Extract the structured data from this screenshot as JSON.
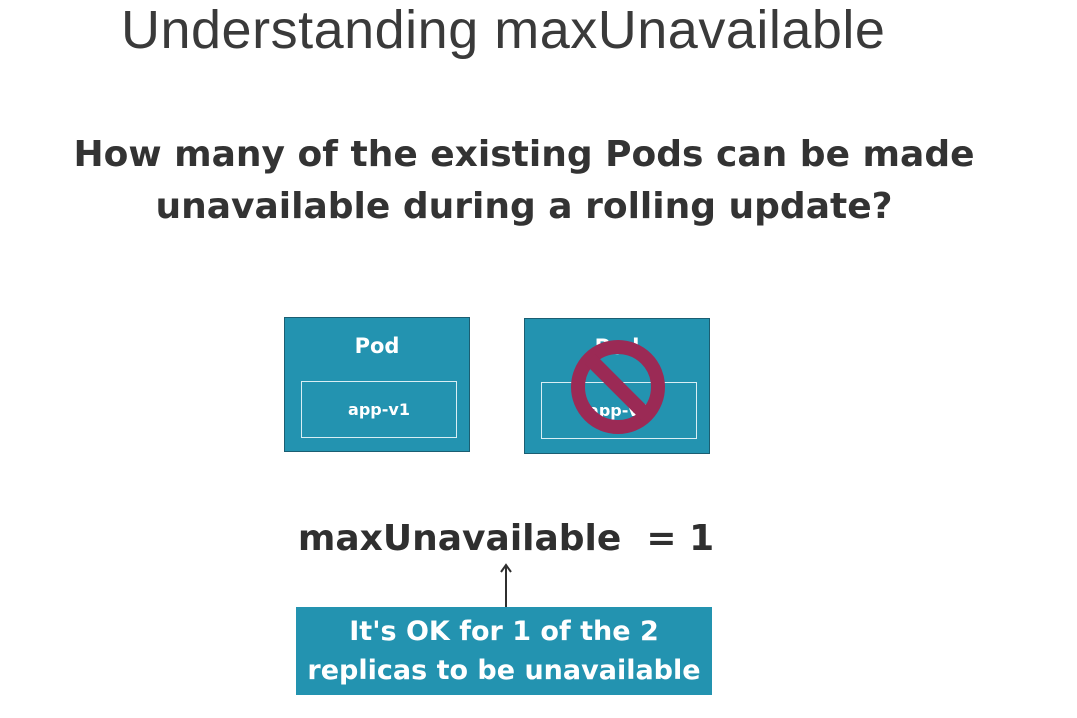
{
  "slide": {
    "title": "Understanding maxUnavailable",
    "question_line1": "How many of the existing Pods can be made",
    "question_line2": "unavailable during a rolling update?"
  },
  "pods": [
    {
      "label": "Pod",
      "container": "app-v1",
      "unavailable": false
    },
    {
      "label": "Pod",
      "container": "app-v1",
      "unavailable": true,
      "overlay_icon": "no-entry-icon"
    }
  ],
  "formula": {
    "text": "maxUnavailable  = 1"
  },
  "callout": {
    "line1": "It's OK for 1 of the 2",
    "line2": "replicas to be unavailable"
  },
  "colors": {
    "pod_fill": "#2393b0",
    "prohibited_sign": "#9b2a55",
    "text_dark": "#333333"
  }
}
